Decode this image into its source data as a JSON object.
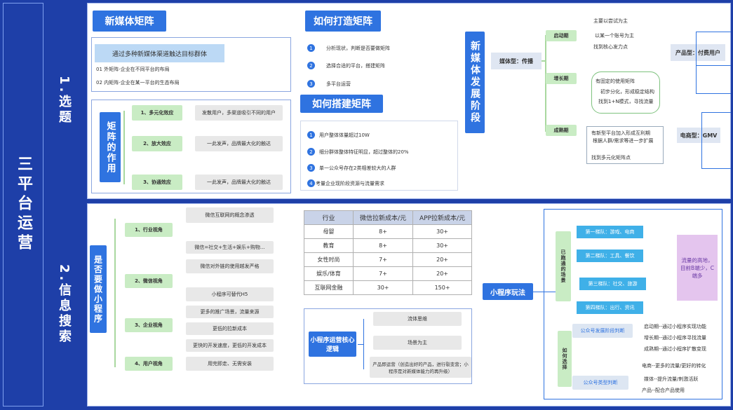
{
  "main_title": "三平台运营",
  "section1": {
    "label": "1.选题"
  },
  "section2": {
    "label": "2.信息搜索"
  },
  "matrix": {
    "title": "新媒体矩阵",
    "subtitle": "通过多种新媒体渠道触达目标群体",
    "items": [
      "01 外矩阵-企业在不同平台的布局",
      "02 内矩阵-企业在某一平台的生态布局"
    ]
  },
  "how_build": {
    "title": "如何打造矩阵",
    "steps": [
      "分析现状，判断是否要做矩阵",
      "选择合适的平台，搭建矩阵",
      "多平台运营"
    ],
    "nums": [
      "1",
      "2",
      "3"
    ]
  },
  "how_setup": {
    "title": "如何搭建矩阵",
    "steps": [
      "用户整体体量超过10W",
      "细分群体整体特征明显，超过整体的20%",
      "单一公众号存在2类相差较大的人群",
      "考量企业现阶段资源与流量需求"
    ],
    "nums": [
      "1",
      "2",
      "3",
      "4"
    ]
  },
  "matrix_role": {
    "title": "矩阵的作用",
    "effects": [
      {
        "label": "1、多元化效应",
        "desc": "发散用户，多渠道吸引不同的用户"
      },
      {
        "label": "2、放大效应",
        "desc": "一此发声，品牌最大化的触达"
      },
      {
        "label": "3、协通效应",
        "desc": "一此发声，品牌最大化的触达"
      }
    ]
  },
  "stage": {
    "title": "新媒体发展阶段",
    "media_type": "媒体型：传播",
    "phases": [
      "启动期",
      "增长期",
      "成熟期"
    ],
    "startup_notes": [
      "主要以尝试为主",
      "以某一个账号为主",
      "找到核心发力点"
    ],
    "growth_notes": [
      "有固定的使用矩阵",
      "初步分化，形成稳定结构",
      "找到1+N模式，寻找流量"
    ],
    "mature_notes": [
      "有新型平台加入形成互利期",
      "根据人群/需求等进一步扩展",
      "找到多元化矩阵点"
    ],
    "product_type": "产品型：付费用户",
    "ecommerce_type": "电商型：GMV"
  },
  "do_mini": {
    "title": "是否要做小程序",
    "angles": [
      {
        "label": "1、行业视角",
        "items": [
          "微信互联网的概念渗透",
          "微信=社交+生活+娱乐+购物..."
        ]
      },
      {
        "label": "2、微信视角",
        "items": [
          "微信对外链的使用越发严格",
          "小程序可替代H5"
        ]
      },
      {
        "label": "3、企业视角",
        "items": [
          "更多的推广场景，流量来源",
          "更低的拉新成本",
          "更快的开发速度，更低的开发成本"
        ]
      },
      {
        "label": "4、用户视角",
        "items": [
          "用完即走、无需安装"
        ]
      }
    ]
  },
  "cost_table": {
    "headers": [
      "行业",
      "微信拉新成本/元",
      "APP拉新成本/元"
    ],
    "rows": [
      [
        "母婴",
        "8+",
        "30+"
      ],
      [
        "教育",
        "8+",
        "30+"
      ],
      [
        "女性时尚",
        "7+",
        "20+"
      ],
      [
        "娱乐/体育",
        "7+",
        "20+"
      ],
      [
        "互联网金融",
        "30+",
        "150+"
      ]
    ]
  },
  "core_logic": {
    "title": "小程序运营核心逻辑",
    "items": [
      "流体思维",
      "场景为主",
      "产品即运营（创造出好的产品，进行裂变营；小程序是对新媒体能力的再升级）"
    ]
  },
  "play": {
    "title": "小程序玩法",
    "scene_label": "已跑通的场景",
    "tiers": [
      "第一梯队：游戏、电商",
      "第二梯队：工具、餐饮",
      "第三梯队：社交、旅游",
      "第四梯队：出行、资讯"
    ],
    "traffic_note": "流量的高地，目前B端少，C端多",
    "how_label": "如何选择",
    "gzh_stage": "公众号发展阶段判断",
    "gzh_stage_items": [
      "启动期--通过小程序实现功能",
      "增长期--通过小程序寻找流量",
      "成熟期--通过小程序扩散变现"
    ],
    "gzh_type": "公众号类型判断",
    "gzh_type_items": [
      "电商--更多的流量/更好的转化",
      "媒体--提升流量/刺激活跃",
      "产品--配合产品使用"
    ]
  }
}
